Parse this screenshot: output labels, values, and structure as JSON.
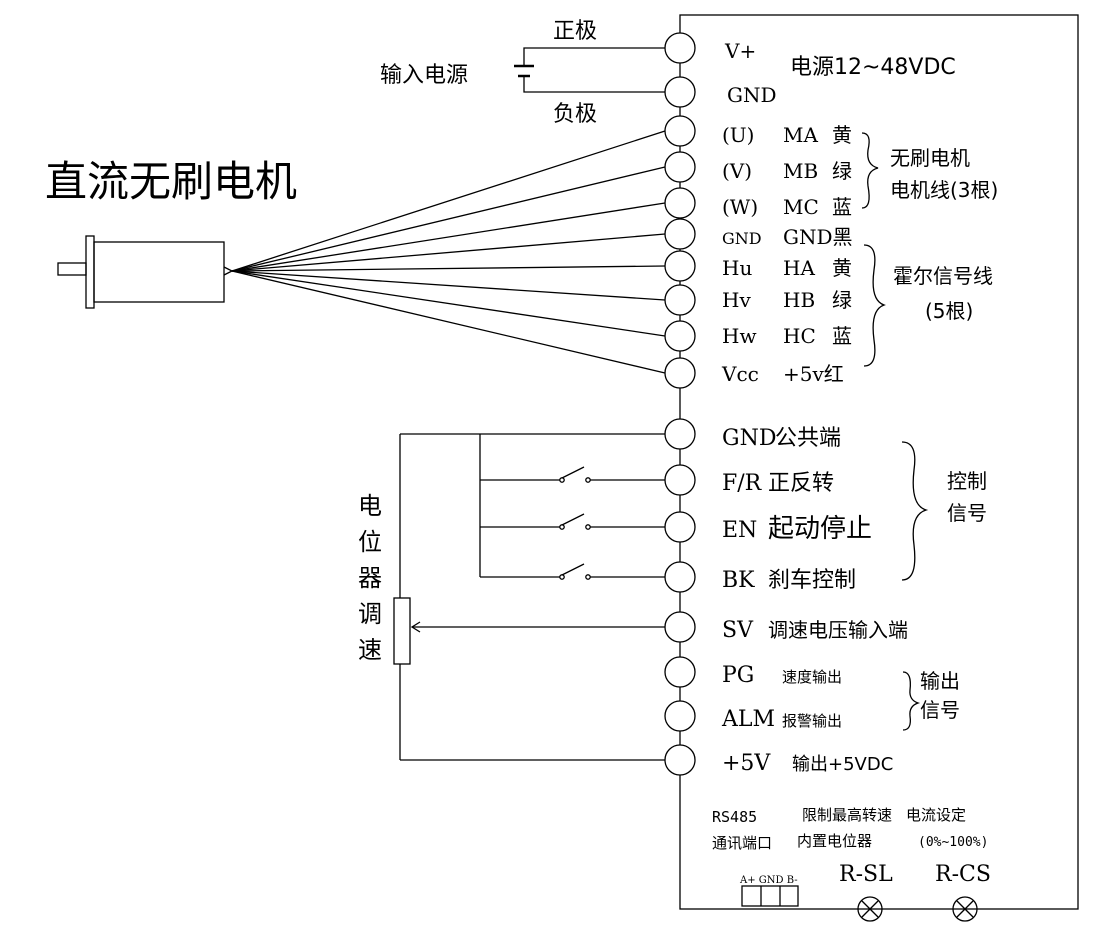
{
  "power": {
    "positive": "正极",
    "negative": "负极",
    "input_label": "输入电源",
    "vplus": "V+",
    "gnd": "GND",
    "spec": "电源12~48VDC"
  },
  "motor": {
    "title": "直流无刷电机"
  },
  "terminals": [
    {
      "pin": "(U)",
      "sig": "MA",
      "color": "黄"
    },
    {
      "pin": "(V)",
      "sig": "MB",
      "color": "绿"
    },
    {
      "pin": "(W)",
      "sig": "MC",
      "color": "蓝"
    },
    {
      "pin": "GND",
      "sig": "GND黑",
      "color": ""
    },
    {
      "pin": "Hu",
      "sig": "HA",
      "color": "黄"
    },
    {
      "pin": "Hv",
      "sig": "HB",
      "color": "绿"
    },
    {
      "pin": "Hw",
      "sig": "HC",
      "color": "蓝"
    },
    {
      "pin": "Vcc",
      "sig": "+5v红",
      "color": ""
    }
  ],
  "groups": {
    "motor_line_1": "无刷电机",
    "motor_line_2": "电机线(3根)",
    "hall_1": "霍尔信号线",
    "hall_2": "(5根)",
    "control_1": "控制",
    "control_2": "信号",
    "output_1": "输出",
    "output_2": "信号"
  },
  "control": [
    {
      "pin": "GND",
      "desc": "公共端"
    },
    {
      "pin": "F/R",
      "desc": "正反转"
    },
    {
      "pin": "EN",
      "desc": "起动停止"
    },
    {
      "pin": "BK",
      "desc": "刹车控制"
    },
    {
      "pin": "SV",
      "desc": "调速电压输入端"
    },
    {
      "pin": "PG",
      "desc": "速度输出"
    },
    {
      "pin": "ALM",
      "desc": "报警输出"
    },
    {
      "pin": "+5V",
      "desc": "输出+5VDC"
    }
  ],
  "pot": {
    "chars": [
      "电",
      "位",
      "器",
      "调",
      "速"
    ]
  },
  "bottom": {
    "rs485": "RS485",
    "comm": "通讯端口",
    "limit": "限制最高转速",
    "builtin": "内置电位器",
    "current": "电流设定",
    "range": "(0%~100%)",
    "connector": "A+ GND B-",
    "rsl": "R-SL",
    "rcs": "R-CS"
  }
}
